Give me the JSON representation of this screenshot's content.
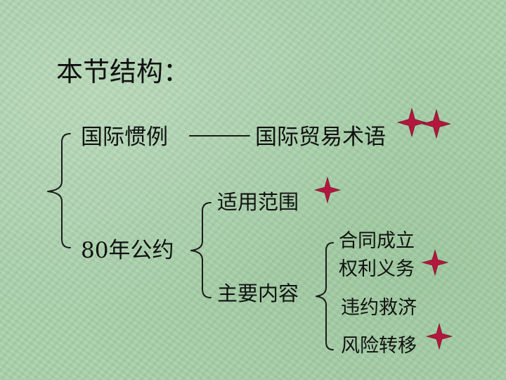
{
  "title": "本节结构：",
  "nodes": {
    "custom": "国际惯例",
    "incoterms": "国际贸易术语",
    "convention": "80年公约",
    "scope": "适用范围",
    "main_content": "主要内容",
    "contract_formation": "合同成立",
    "rights_obligations": "权利义务",
    "remedies": "违约救济",
    "risk_transfer": "风险转移"
  },
  "colors": {
    "background": "#a9d2ab",
    "line": "#1a1a1a",
    "star": "#b3173e"
  },
  "icons": {
    "marker": "four-point-star-icon"
  }
}
